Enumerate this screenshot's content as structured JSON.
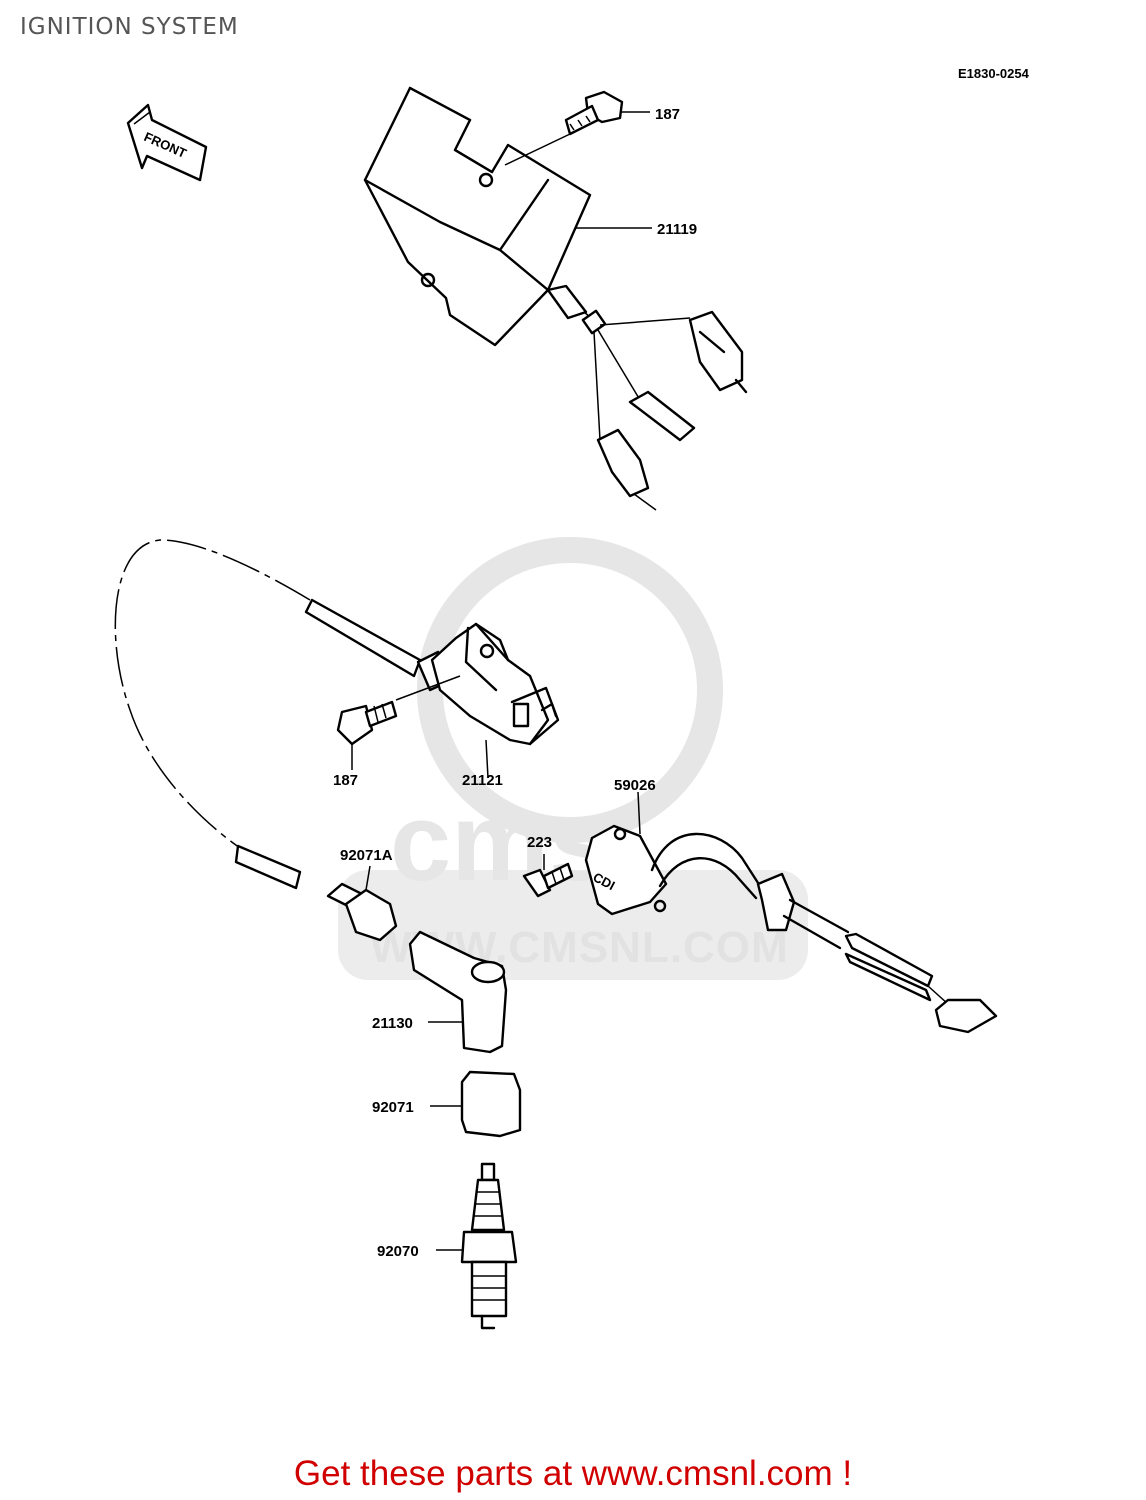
{
  "page": {
    "title": "IGNITION SYSTEM",
    "diagram_code": "E1830-0254",
    "footer": "Get these parts at www.cmsnl.com !"
  },
  "front_arrow": {
    "label": "FRONT"
  },
  "watermark": {
    "logo": "cms",
    "url": "WWW.CMSNL.COM"
  },
  "parts": [
    {
      "id": "bolt-top",
      "number": "187"
    },
    {
      "id": "cdi-unit",
      "number": "21119"
    },
    {
      "id": "bolt-mid",
      "number": "187"
    },
    {
      "id": "ignition-coil",
      "number": "21121"
    },
    {
      "id": "pickup-coil",
      "number": "59026"
    },
    {
      "id": "screw",
      "number": "223"
    },
    {
      "id": "cap-a",
      "number": "92071A"
    },
    {
      "id": "plug-cap",
      "number": "21130"
    },
    {
      "id": "cap",
      "number": "92071"
    },
    {
      "id": "spark-plug",
      "number": "92070"
    }
  ],
  "pickup_marking": "CDI"
}
